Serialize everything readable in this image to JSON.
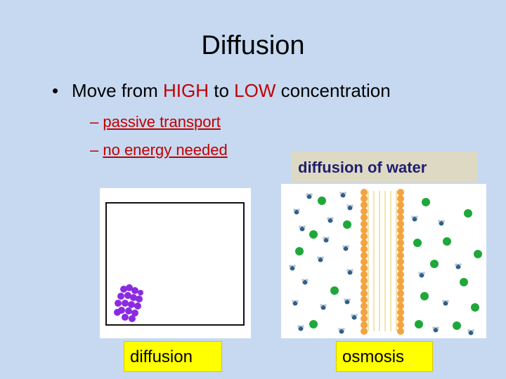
{
  "slide": {
    "title": "Diffusion",
    "bullet": {
      "part1": "Move from ",
      "high": "HIGH",
      "part2": " to ",
      "low": "LOW",
      "part3": " concentration"
    },
    "sub_items": [
      {
        "dash": "– ",
        "text": "passive transport"
      },
      {
        "dash": "– ",
        "text": "no energy needed"
      }
    ],
    "water_label": "diffusion of water",
    "label_diffusion": "diffusion",
    "label_osmosis": "osmosis"
  },
  "colors": {
    "background": "#c6d9f1",
    "emphasis_red": "#c00000",
    "label_yellow": "#ffff00",
    "water_label_bg": "#ddd9c3",
    "purple_particles": "#8a2be2",
    "green_particles": "#1ea83a",
    "water_molecules": "#2f5f8a",
    "membrane_heads": "#f4a340",
    "membrane_tails": "#e8d27a"
  }
}
